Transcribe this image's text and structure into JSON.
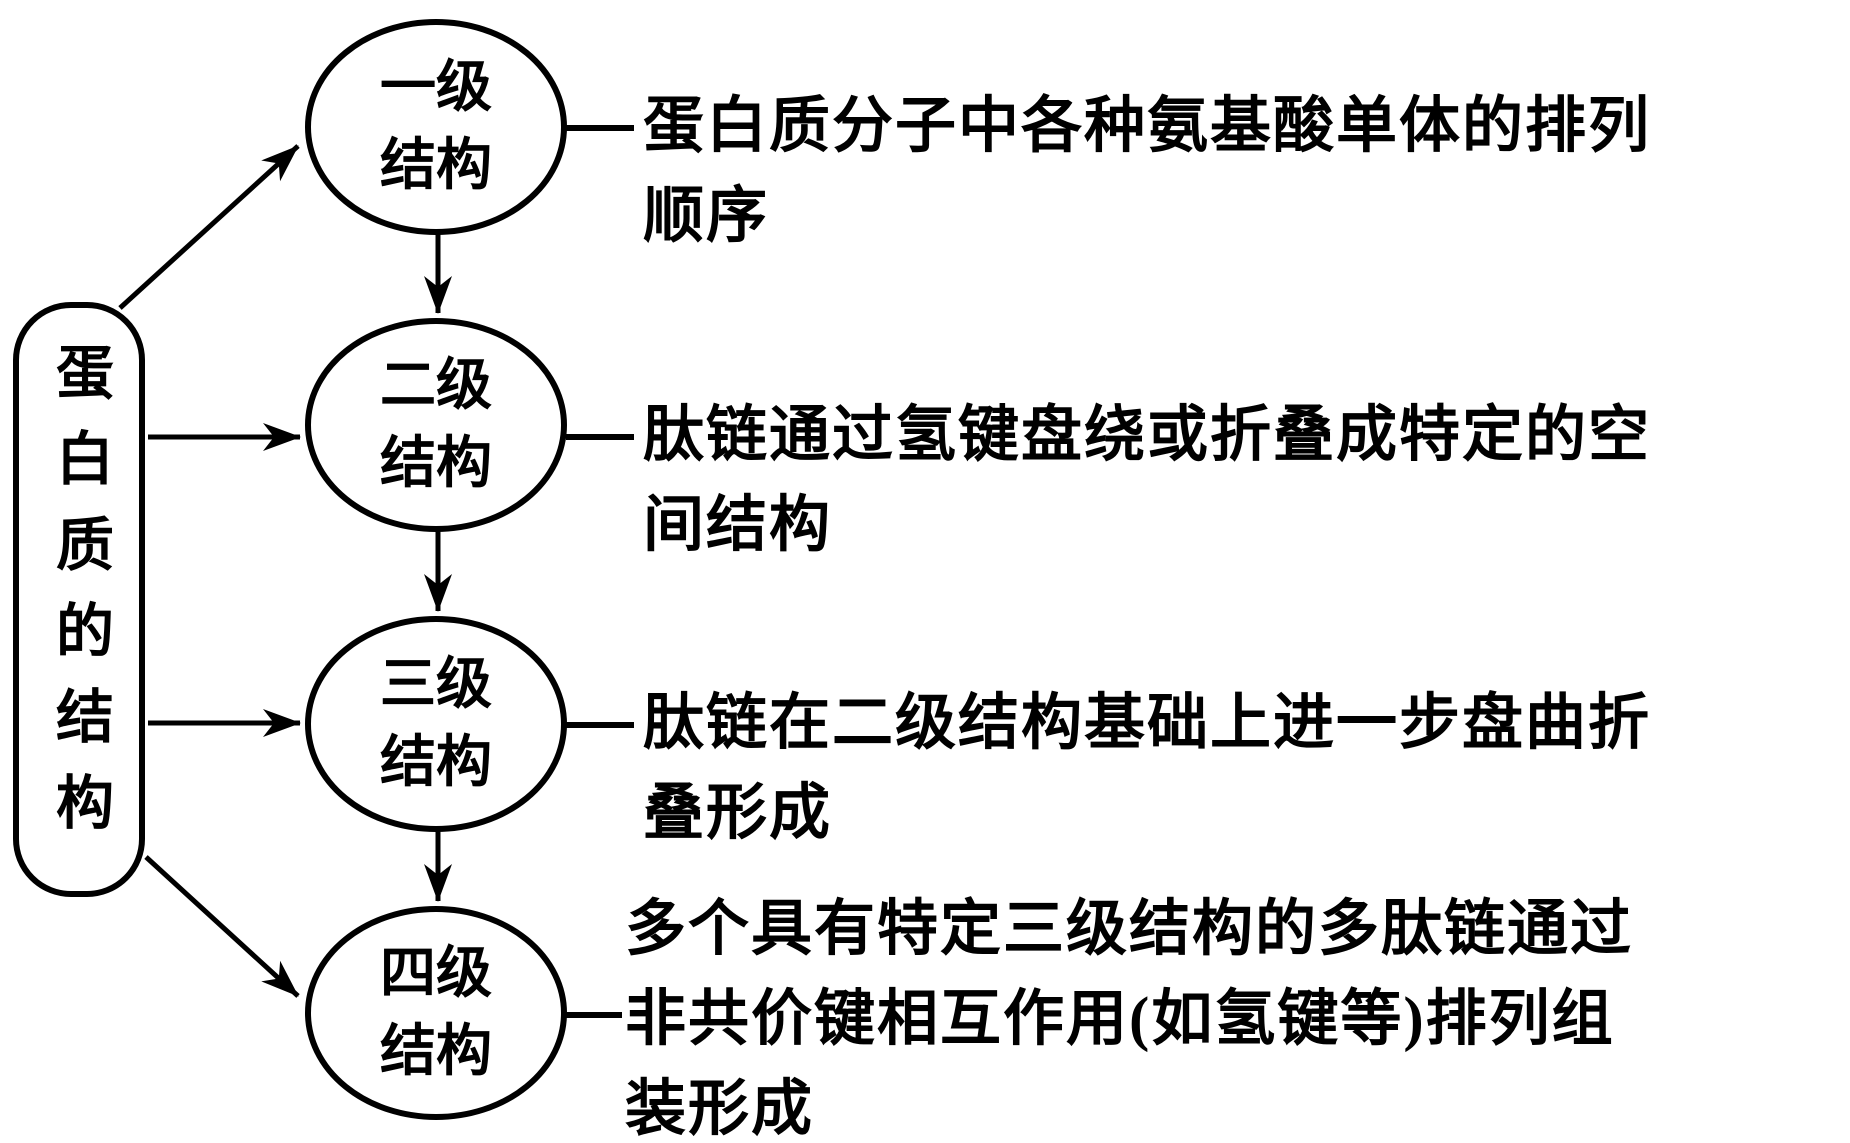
{
  "diagram": {
    "title_node": "蛋白质的结构",
    "colors": {
      "ink": "#000000",
      "background": "#ffffff"
    },
    "levels": [
      {
        "name": "一级\n结构",
        "description": "蛋白质分子中各种氨基酸单体的排列\n顺序"
      },
      {
        "name": "二级\n结构",
        "description": "肽链通过氢键盘绕或折叠成特定的空\n间结构"
      },
      {
        "name": "三级\n结构",
        "description": "肽链在二级结构基础上进一步盘曲折\n叠形成"
      },
      {
        "name": "四级\n结构",
        "description": "多个具有特定三级结构的多肽链通过\n非共价键相互作用(如氢键等)排列组\n装形成"
      }
    ]
  }
}
